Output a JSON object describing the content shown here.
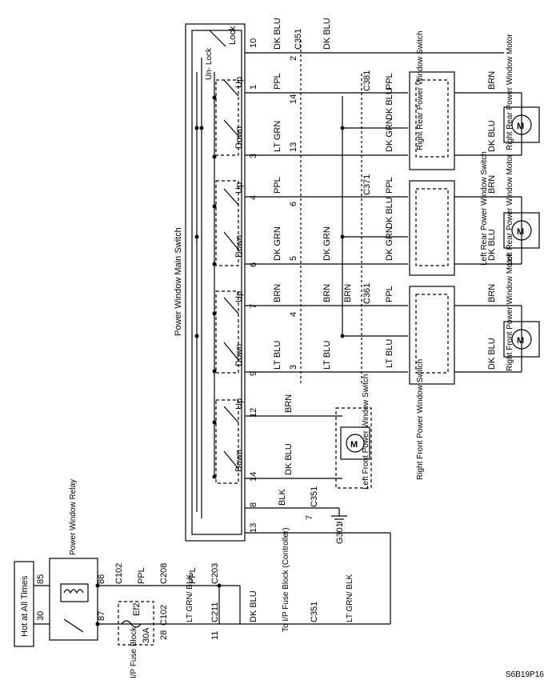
{
  "title": "Power Window Main Switch",
  "figure_code": "S6B19P16",
  "power": {
    "hot_label": "Hot at All Times",
    "relay_label": "Power Window Relay",
    "relay_pins": [
      "85",
      "86",
      "30",
      "87"
    ],
    "fuse_label": "I/P Fuse Block",
    "fuse_id": "Ef2",
    "fuse_rating": "30A",
    "controller_label": "To I/P Fuse Block (Controller)"
  },
  "connectors": {
    "c102": "C102",
    "c208": "C208",
    "c203": "C203",
    "c211": "C211",
    "c351": "C351",
    "c361": "C361",
    "c371": "C371",
    "c381": "C381",
    "g301": "G301"
  },
  "main_switch": {
    "lock": "Lock",
    "unlock": "Un- Lock",
    "up": "Up",
    "down": "Down",
    "pins": [
      "10",
      "1",
      "3",
      "4",
      "6",
      "7",
      "9",
      "12",
      "14",
      "8",
      "13"
    ]
  },
  "wires": {
    "dk_blu": "DK BLU",
    "ppl": "PPL",
    "lt_grn": "LT GRN",
    "dk_grn": "DK GRN",
    "brn": "BRN",
    "lt_blu": "LT BLU",
    "blk": "BLK",
    "lt_grn_blk": "LT GRN/ BLK"
  },
  "numbers": [
    "1",
    "2",
    "3",
    "4",
    "5",
    "6",
    "7",
    "8",
    "9",
    "10",
    "11",
    "12",
    "13",
    "14",
    "28"
  ],
  "devices": {
    "rr_switch": "Right Rear Power Window Switch",
    "rr_motor": "Right Rear Power Window Motor",
    "lr_switch": "Left Rear Power Window Switch",
    "lr_motor": "Left Rear Power Window Motor",
    "rf_switch": "Right Front Power Window Switch",
    "rf_motor": "Right Front Power Window Motor",
    "lf_switch": "Left Front Power Window Switch",
    "motor_symbol": "M"
  }
}
